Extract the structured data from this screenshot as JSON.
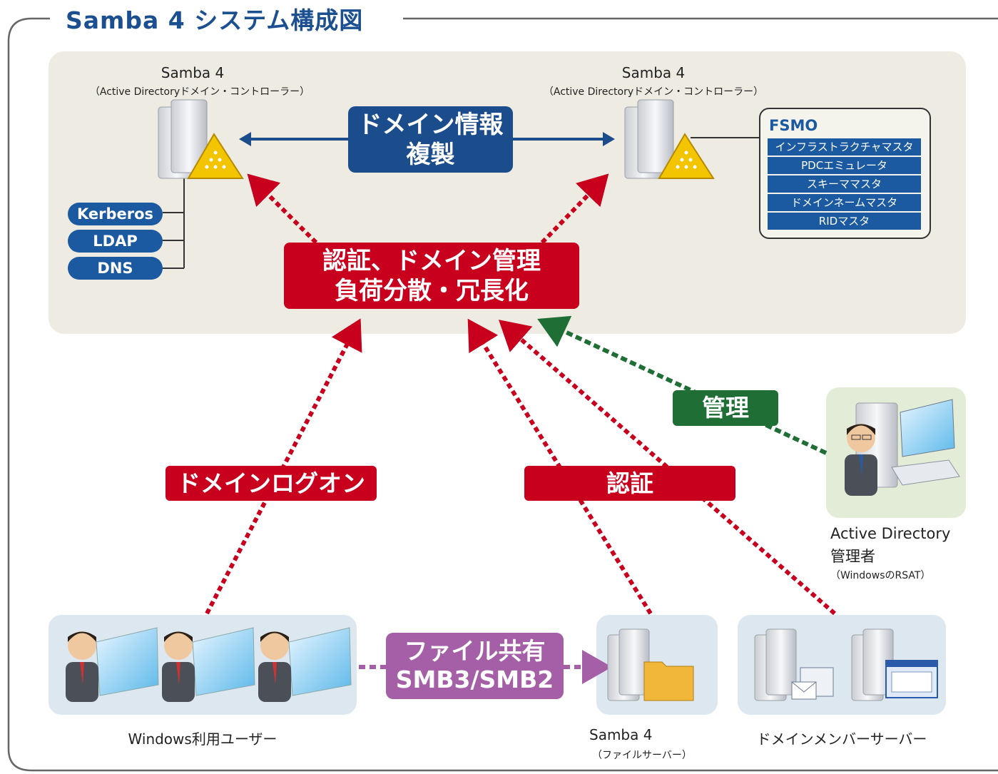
{
  "title": "Samba 4 システム構成図",
  "dc_left": {
    "name": "Samba 4",
    "role": "（Active Directoryドメイン・コントローラー）"
  },
  "dc_right": {
    "name": "Samba 4",
    "role": "（Active Directoryドメイン・コントローラー）"
  },
  "replication": {
    "line1": "ドメイン情報",
    "line2": "複製"
  },
  "services": [
    "Kerberos",
    "LDAP",
    "DNS"
  ],
  "auth_box": {
    "line1": "認証、ドメイン管理",
    "line2": "負荷分散・冗長化"
  },
  "fsmo": {
    "title": "FSMO",
    "roles": [
      "インフラストラクチャマスタ",
      "PDCエミュレータ",
      "スキーママスタ",
      "ドメインネームマスタ",
      "RIDマスタ"
    ]
  },
  "arrows": {
    "domain_logon": "ドメインログオン",
    "auth": "認証",
    "manage": "管理"
  },
  "file_share": {
    "line1": "ファイル共有",
    "line2": "SMB3/SMB2"
  },
  "nodes": {
    "users": "Windows利用ユーザー",
    "file_server_name": "Samba 4",
    "file_server_role": "（ファイルサーバー）",
    "member_servers": "ドメインメンバーサーバー",
    "admin_line1": "Active Directory",
    "admin_line2": "管理者",
    "admin_line3": "（WindowsのRSAT）"
  },
  "colors": {
    "title": "#1b4f8f",
    "red": "#c8001e",
    "blue": "#1b4c8c",
    "green": "#1e6e35",
    "purple": "#a45fa6"
  }
}
